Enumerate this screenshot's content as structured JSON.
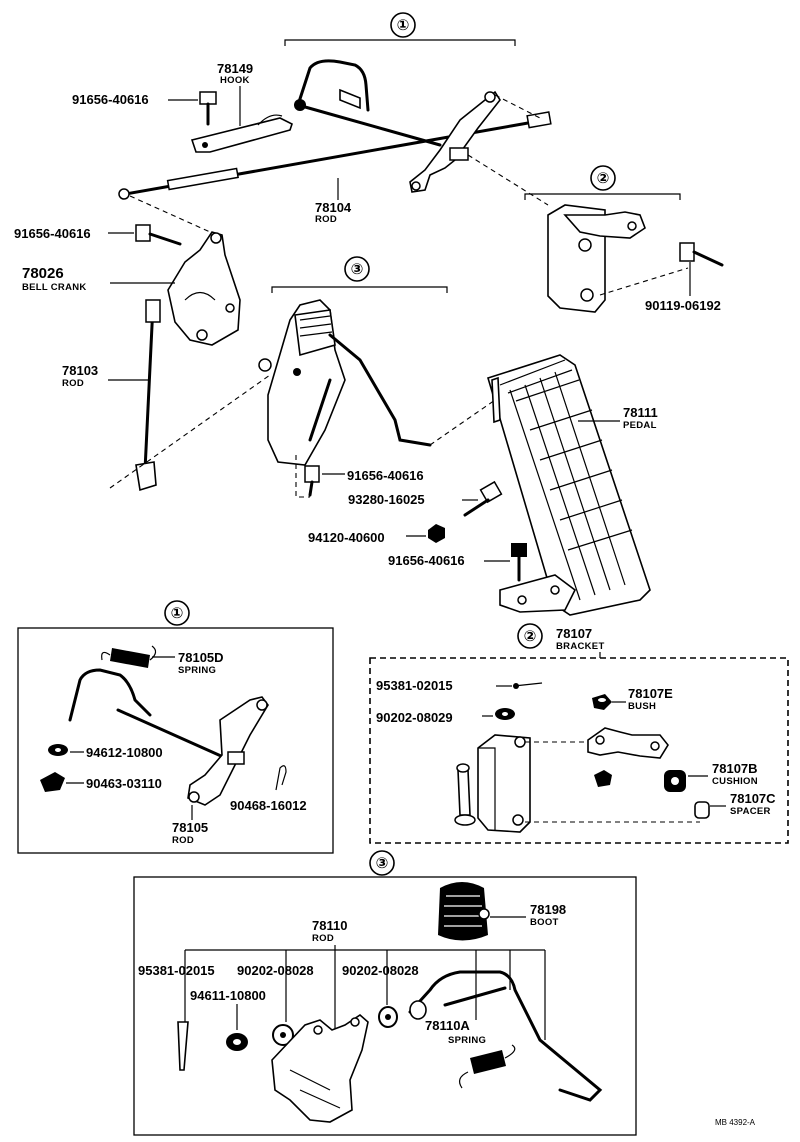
{
  "groups": {
    "g1": "①",
    "g2": "②",
    "g3": "③"
  },
  "top": {
    "hook": {
      "number": "78149",
      "name": "HOOK"
    },
    "bolt_hook": "91656-40616",
    "rod": {
      "number": "78104",
      "name": "ROD"
    },
    "bolt_bellcrank": "91656-40616",
    "bell_crank": {
      "number": "78026",
      "name": "BELL CRANK"
    },
    "rod2": {
      "number": "78103",
      "name": "ROD"
    },
    "bolt_bracket": "90119-06192",
    "pedal": {
      "number": "78111",
      "name": "PEDAL"
    },
    "bolt_lever": "91656-40616",
    "bolt2": "93280-16025",
    "nut": "94120-40600",
    "bolt_pedal": "91656-40616"
  },
  "panel1": {
    "spring": {
      "number": "78105D",
      "name": "SPRING"
    },
    "washer": "94612-10800",
    "clip": "90463-03110",
    "pin": "90468-16012",
    "rod": {
      "number": "78105",
      "name": "ROD"
    }
  },
  "panel2": {
    "bracket": {
      "number": "78107",
      "name": "BRACKET"
    },
    "cotter": "95381-02015",
    "washer": "90202-08029",
    "bush": {
      "number": "78107E",
      "name": "BUSH"
    },
    "cushion": {
      "number": "78107B",
      "name": "CUSHION"
    },
    "spacer": {
      "number": "78107C",
      "name": "SPACER"
    }
  },
  "panel3": {
    "boot": {
      "number": "78198",
      "name": "BOOT"
    },
    "rod": {
      "number": "78110",
      "name": "ROD"
    },
    "cotter": "95381-02015",
    "washer1": "90202-08028",
    "washer2": "90202-08028",
    "washer3": "94611-10800",
    "spring": {
      "number": "78110A",
      "name": "SPRING"
    }
  },
  "footer_code": "MB 4392-A"
}
